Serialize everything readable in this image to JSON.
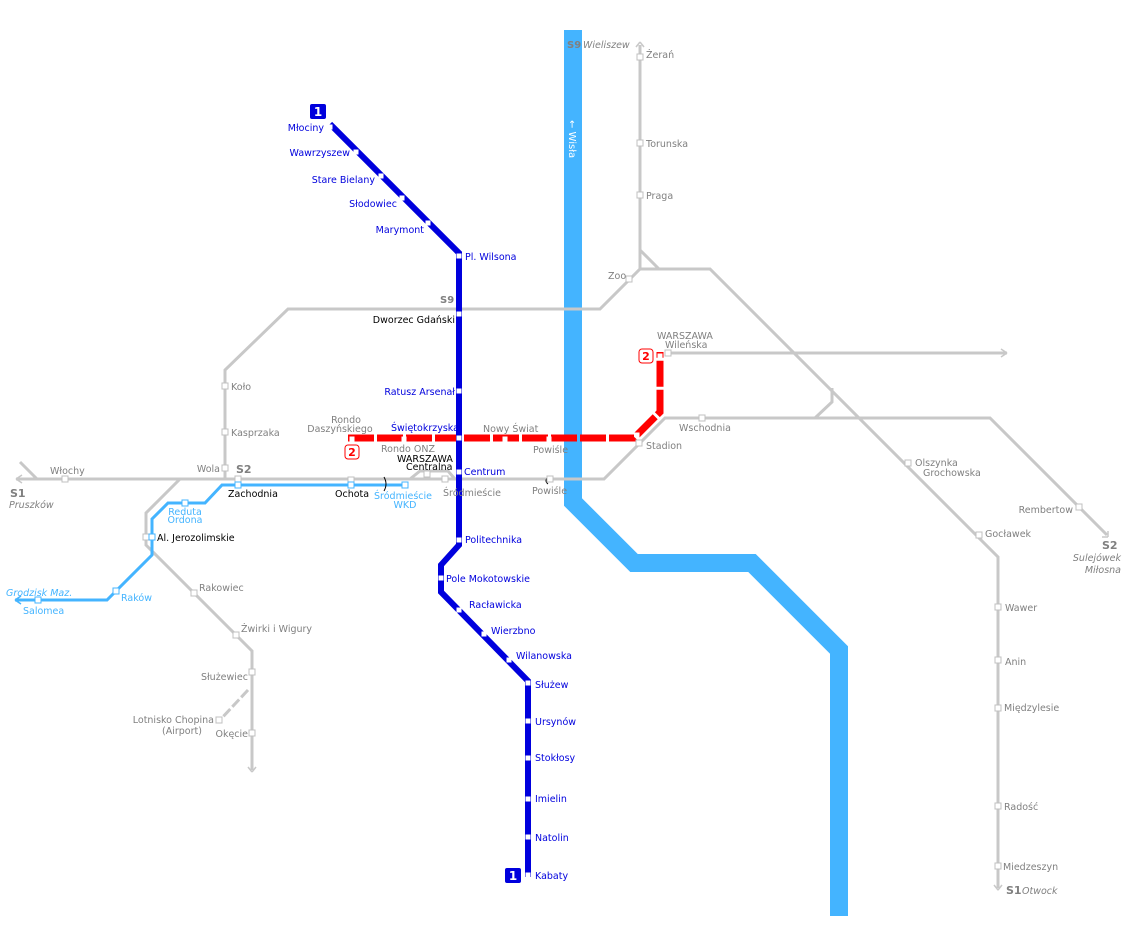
{
  "colors": {
    "metro1": "#0000dd",
    "metro2": "#ff0000",
    "wkd": "#44b4ff",
    "rail": "#c8c8c8",
    "river": "#44b4ff"
  },
  "river": {
    "label": "← Wisła"
  },
  "badges": {
    "line1": "1",
    "line2": "2"
  },
  "metro1": [
    "Młociny",
    "Wawrzyszew",
    "Stare Bielany",
    "Słodowiec",
    "Marymont",
    "Pl. Wilsona",
    "Dworzec Gdański",
    "Ratusz Arsenał",
    "Świętokrzyska",
    "Centrum",
    "Politechnika",
    "Pole Mokotowskie",
    "Racławicka",
    "Wierzbno",
    "Wilanowska",
    "Służew",
    "Ursynów",
    "Stokłosy",
    "Imielin",
    "Natolin",
    "Kabaty"
  ],
  "metro2": {
    "rondo_1": "Rondo",
    "rondo_2": "Daszyńskiego",
    "onz": "Rondo ONZ",
    "nowy_swiat": "Nowy Świat",
    "powisle": "Powiśle",
    "stadion": "Stadion",
    "wilenska_1": "WARSZAWA",
    "wilenska_2": "Wileńska"
  },
  "rail": {
    "s9": "S9",
    "wieliszew": "Wieliszew",
    "zeran": "Żerań",
    "torunska": "Torunska",
    "praga": "Praga",
    "zoo": "Zoo",
    "kolo": "Koło",
    "kasprzaka": "Kasprzaka",
    "wola": "Wola",
    "wlochy": "Włochy",
    "s1_left": "S1",
    "pruszkow": "Pruszków",
    "s2_left": "S2",
    "zachodnia": "Zachodnia",
    "ochota": "Ochota",
    "centralna_1": "WARSZAWA",
    "centralna_2": "Centralna",
    "srodmiescie": "Śródmieście",
    "powisle": "Powiśle",
    "wschodnia": "Wschodnia",
    "olszynka_1": "Olszynka",
    "olszynka_2": "Grochowska",
    "rembertow": "Rembertow",
    "s2_right": "S2",
    "sulejowek_1": "Sulejówek",
    "sulejowek_2": "Miłosna",
    "goclawek": "Gocławek",
    "wawer": "Wawer",
    "anin": "Anin",
    "miedzylesie": "Międzylesie",
    "radosc": "Radość",
    "miedzeszyn": "Miedzeszyn",
    "s1_right": "S1",
    "otwock": "Otwock",
    "al_jerozolimskie": "Al. Jerozolimskie",
    "rakowiec": "Rakowiec",
    "zwirki": "Żwirki i Wigury",
    "sluzewiec": "Służewiec",
    "lotnisko_1": "Lotnisko Chopina",
    "lotnisko_2": "(Airport)",
    "okecie": "Okęcie"
  },
  "wkd": {
    "srodmiescie_1": "Śródmieście",
    "srodmiescie_2": "WKD",
    "reduta_1": "Reduta",
    "reduta_2": "Ordona",
    "rakow": "Raków",
    "grodzisk": "Grodzisk Maz.",
    "salomea": "Salomea"
  }
}
